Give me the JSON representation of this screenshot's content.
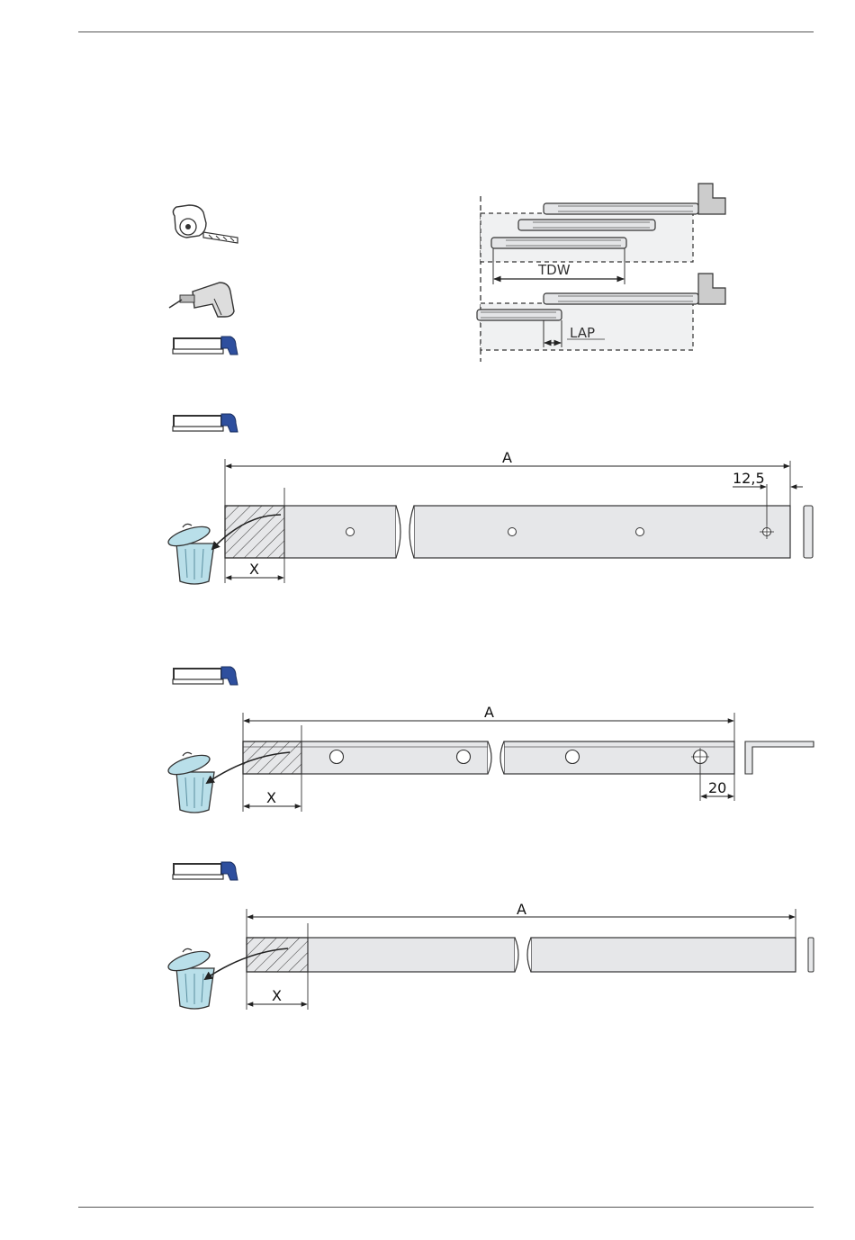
{
  "tool_icons": [
    "tape-measure-icon",
    "drill-icon",
    "hacksaw-icon",
    "trash-bin-icon"
  ],
  "figure_overlap": {
    "tdw_label": "TDW",
    "lap_label": "LAP"
  },
  "figure_rail_1": {
    "a_label": "A",
    "offset_label": "12,5",
    "x_label": "X"
  },
  "figure_rail_2": {
    "a_label": "A",
    "offset_label": "20",
    "x_label": "X"
  },
  "figure_rail_3": {
    "a_label": "A",
    "x_label": "X"
  },
  "colors": {
    "rail_fill": "#e6e7e9",
    "panel_fill": "#f0f1f2",
    "saw_handle": "#2e4f9e",
    "bin_fill": "#b9dfe9",
    "line": "#333333"
  }
}
